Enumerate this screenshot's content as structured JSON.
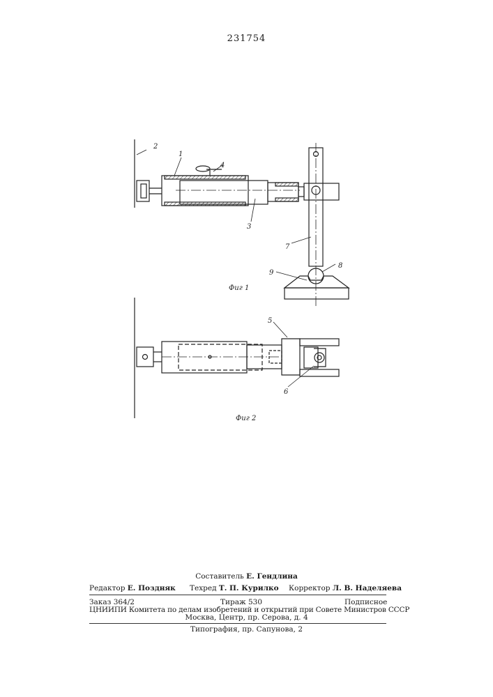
{
  "patent_number": "231754",
  "drawing": {
    "labels": [
      "2",
      "1",
      "4",
      "3",
      "7",
      "8",
      "9",
      "5",
      "6"
    ],
    "figure_captions": [
      "Фиг 1",
      "Фиг 2"
    ]
  },
  "footer": {
    "compiler_label": "Составитель",
    "compiler_name": "Е. Гендлина",
    "editor_label": "Редактор",
    "editor_name": "Е. Поздняк",
    "techred_label": "Техред",
    "techred_name": "Т. П. Курилко",
    "corrector_label": "Корректор",
    "corrector_name": "Л. В. Наделяева",
    "order": "Заказ 364/2",
    "circulation": "Тираж 530",
    "subscription": "Подписное",
    "institute": "ЦНИИПИ Комитета по делам изобретений и открытий при Совете Министров СССР",
    "address": "Москва, Центр, пр. Серова, д. 4",
    "printer": "Типография, пр. Сапунова, 2"
  }
}
